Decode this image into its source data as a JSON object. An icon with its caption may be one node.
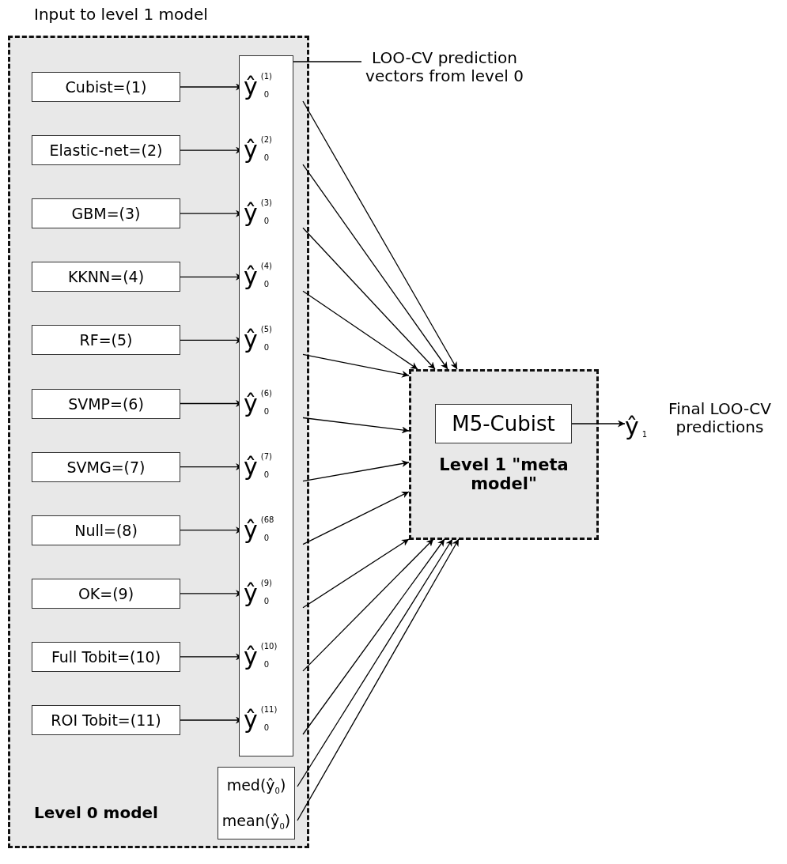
{
  "diagram": {
    "nodes": [
      {
        "text": [
          "Input to level 1 model",
          "Level 0 model"
        ]
      },
      {
        "text": [
          "Cubist=(1)"
        ],
        "in": 0
      },
      {
        "text": [
          "Elastic-net=(2)"
        ],
        "in": 0
      },
      {
        "text": [
          "GBM=(3)"
        ],
        "in": 0
      },
      {
        "text": [
          "KKNN=(4)"
        ],
        "in": 0
      },
      {
        "text": [
          "RF=(5)"
        ],
        "in": 0
      },
      {
        "text": [
          "SVMP=(6)"
        ],
        "in": 0
      },
      {
        "text": [
          "SVMG=(7)"
        ],
        "in": 0
      },
      {
        "text": [
          "Null=(8)"
        ],
        "in": 0
      },
      {
        "text": [
          "OK=(9)"
        ],
        "in": 0
      },
      {
        "text": [
          "Full Tobit=(10)"
        ],
        "in": 0
      },
      {
        "text": [
          "ROI Tobit=(11)"
        ],
        "in": 0
      },
      {
        "text": [],
        "shape": "box",
        "in": 0
      },
      {
        "text": [
          "ŷ$^{(1)}$$_{0}$"
        ],
        "in": 12
      },
      {
        "text": [
          "ŷ$^{(2)}$$_{0}$"
        ],
        "in": 12
      },
      {
        "text": [
          "ŷ$^{(3)}$$_{0}$"
        ],
        "in": 12
      },
      {
        "text": [
          "ŷ$^{(4)}$$_{0}$"
        ],
        "in": 12
      },
      {
        "text": [
          "ŷ$^{(5)}$$_{0}$"
        ],
        "in": 12
      },
      {
        "text": [
          "ŷ$^{(6)}$$_{0}$"
        ],
        "in": 12
      },
      {
        "text": [
          "ŷ$^{(7)}$$_{0}$"
        ],
        "in": 12
      },
      {
        "text": [
          "ŷ$^{(68}$$_{0}$"
        ],
        "in": 12
      },
      {
        "text": [
          "ŷ$^{(9)}$$_{0}$"
        ],
        "in": 12
      },
      {
        "text": [
          "ŷ$^{(10)}$$_{0}$"
        ],
        "in": 12
      },
      {
        "text": [
          "ŷ$^{(11)}$$_{0}$"
        ],
        "in": 12
      },
      {
        "text": [
          "med(ŷ$_{0}$)",
          "mean(ŷ$_{0}$)"
        ],
        "in": 0
      },
      {
        "text": [
          "LOO-CV prediction vectors from level 0"
        ]
      },
      {
        "text": [
          "Level 1 \"meta model\""
        ]
      },
      {
        "text": [
          "M5-Cubist"
        ],
        "in": 26
      },
      {
        "text": [
          "ŷ$_{1}$"
        ],
        "beside": [
          "Final LOO-CV predictions"
        ]
      }
    ],
    "edges": [
      {
        "from": 1,
        "to": 13,
        "arrow": "to"
      },
      {
        "from": 2,
        "to": 14,
        "arrow": "to"
      },
      {
        "from": 3,
        "to": 15,
        "arrow": "to"
      },
      {
        "from": 4,
        "to": 16,
        "arrow": "to"
      },
      {
        "from": 5,
        "to": 17,
        "arrow": "to"
      },
      {
        "from": 6,
        "to": 18,
        "arrow": "to"
      },
      {
        "from": 7,
        "to": 19,
        "arrow": "to"
      },
      {
        "from": 8,
        "to": 20,
        "arrow": "to"
      },
      {
        "from": 9,
        "to": 21,
        "arrow": "to"
      },
      {
        "from": 10,
        "to": 22,
        "arrow": "to"
      },
      {
        "from": 11,
        "to": 23,
        "arrow": "to"
      },
      {
        "from": 13,
        "to": 26,
        "arrow": "to"
      },
      {
        "from": 14,
        "to": 26,
        "arrow": "to"
      },
      {
        "from": 15,
        "to": 26,
        "arrow": "to"
      },
      {
        "from": 16,
        "to": 26,
        "arrow": "to"
      },
      {
        "from": 17,
        "to": 26,
        "arrow": "to"
      },
      {
        "from": 18,
        "to": 26,
        "arrow": "to"
      },
      {
        "from": 19,
        "to": 26,
        "arrow": "to"
      },
      {
        "from": 20,
        "to": 26,
        "arrow": "to"
      },
      {
        "from": 21,
        "to": 26,
        "arrow": "to"
      },
      {
        "from": 22,
        "to": 26,
        "arrow": "to"
      },
      {
        "from": 23,
        "to": 26,
        "arrow": "to"
      },
      {
        "from": 24,
        "to": 26,
        "arrow": "to"
      },
      {
        "from": 24,
        "to": 26,
        "arrow": "to"
      },
      {
        "from": 25,
        "to": 12,
        "arrow": "none"
      },
      {
        "from": 27,
        "to": 28,
        "arrow": "to"
      }
    ]
  }
}
